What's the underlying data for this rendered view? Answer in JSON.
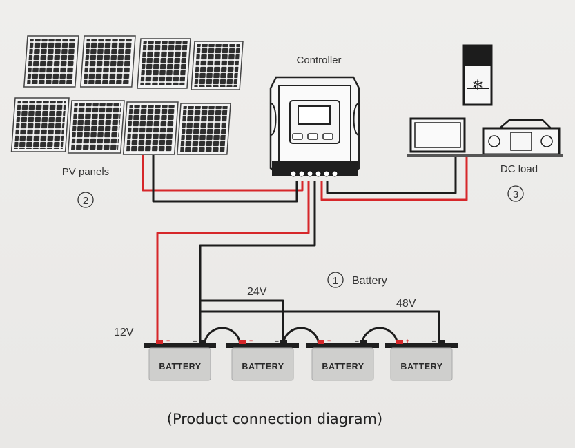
{
  "labels": {
    "controller": "Controller",
    "pv_panels": "PV panels",
    "pv_number": "2",
    "dc_load": "DC load",
    "dc_number": "3",
    "battery_number": "1",
    "battery": "Battery",
    "v12": "12V",
    "v24": "24V",
    "v48": "48V",
    "caption": "(Product connection diagram)"
  },
  "batteries": [
    "BATTERY",
    "BATTERY",
    "BATTERY",
    "BATTERY"
  ],
  "colors": {
    "positive_wire": "#d6272a",
    "negative_wire": "#1c1c1c",
    "panel": "#2b2b2b",
    "battery_body": "#cfcfcd"
  }
}
